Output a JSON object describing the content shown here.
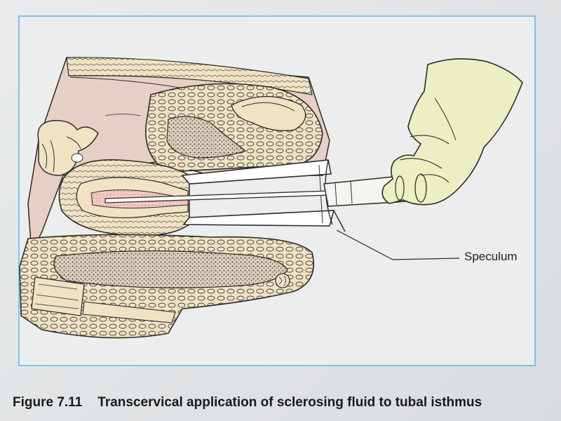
{
  "figure": {
    "number": "Figure 7.11",
    "caption": "Transcervical application of sclerosing fluid to tubal isthmus"
  },
  "labels": {
    "speculum": "Speculum"
  },
  "colors": {
    "frame_border": "#7ec3e8",
    "tissue_fill": "#f1e2c3",
    "background_tissue": "#e7cfc6",
    "hand_fill": "#ecefc4",
    "line": "#2b2b2b"
  }
}
